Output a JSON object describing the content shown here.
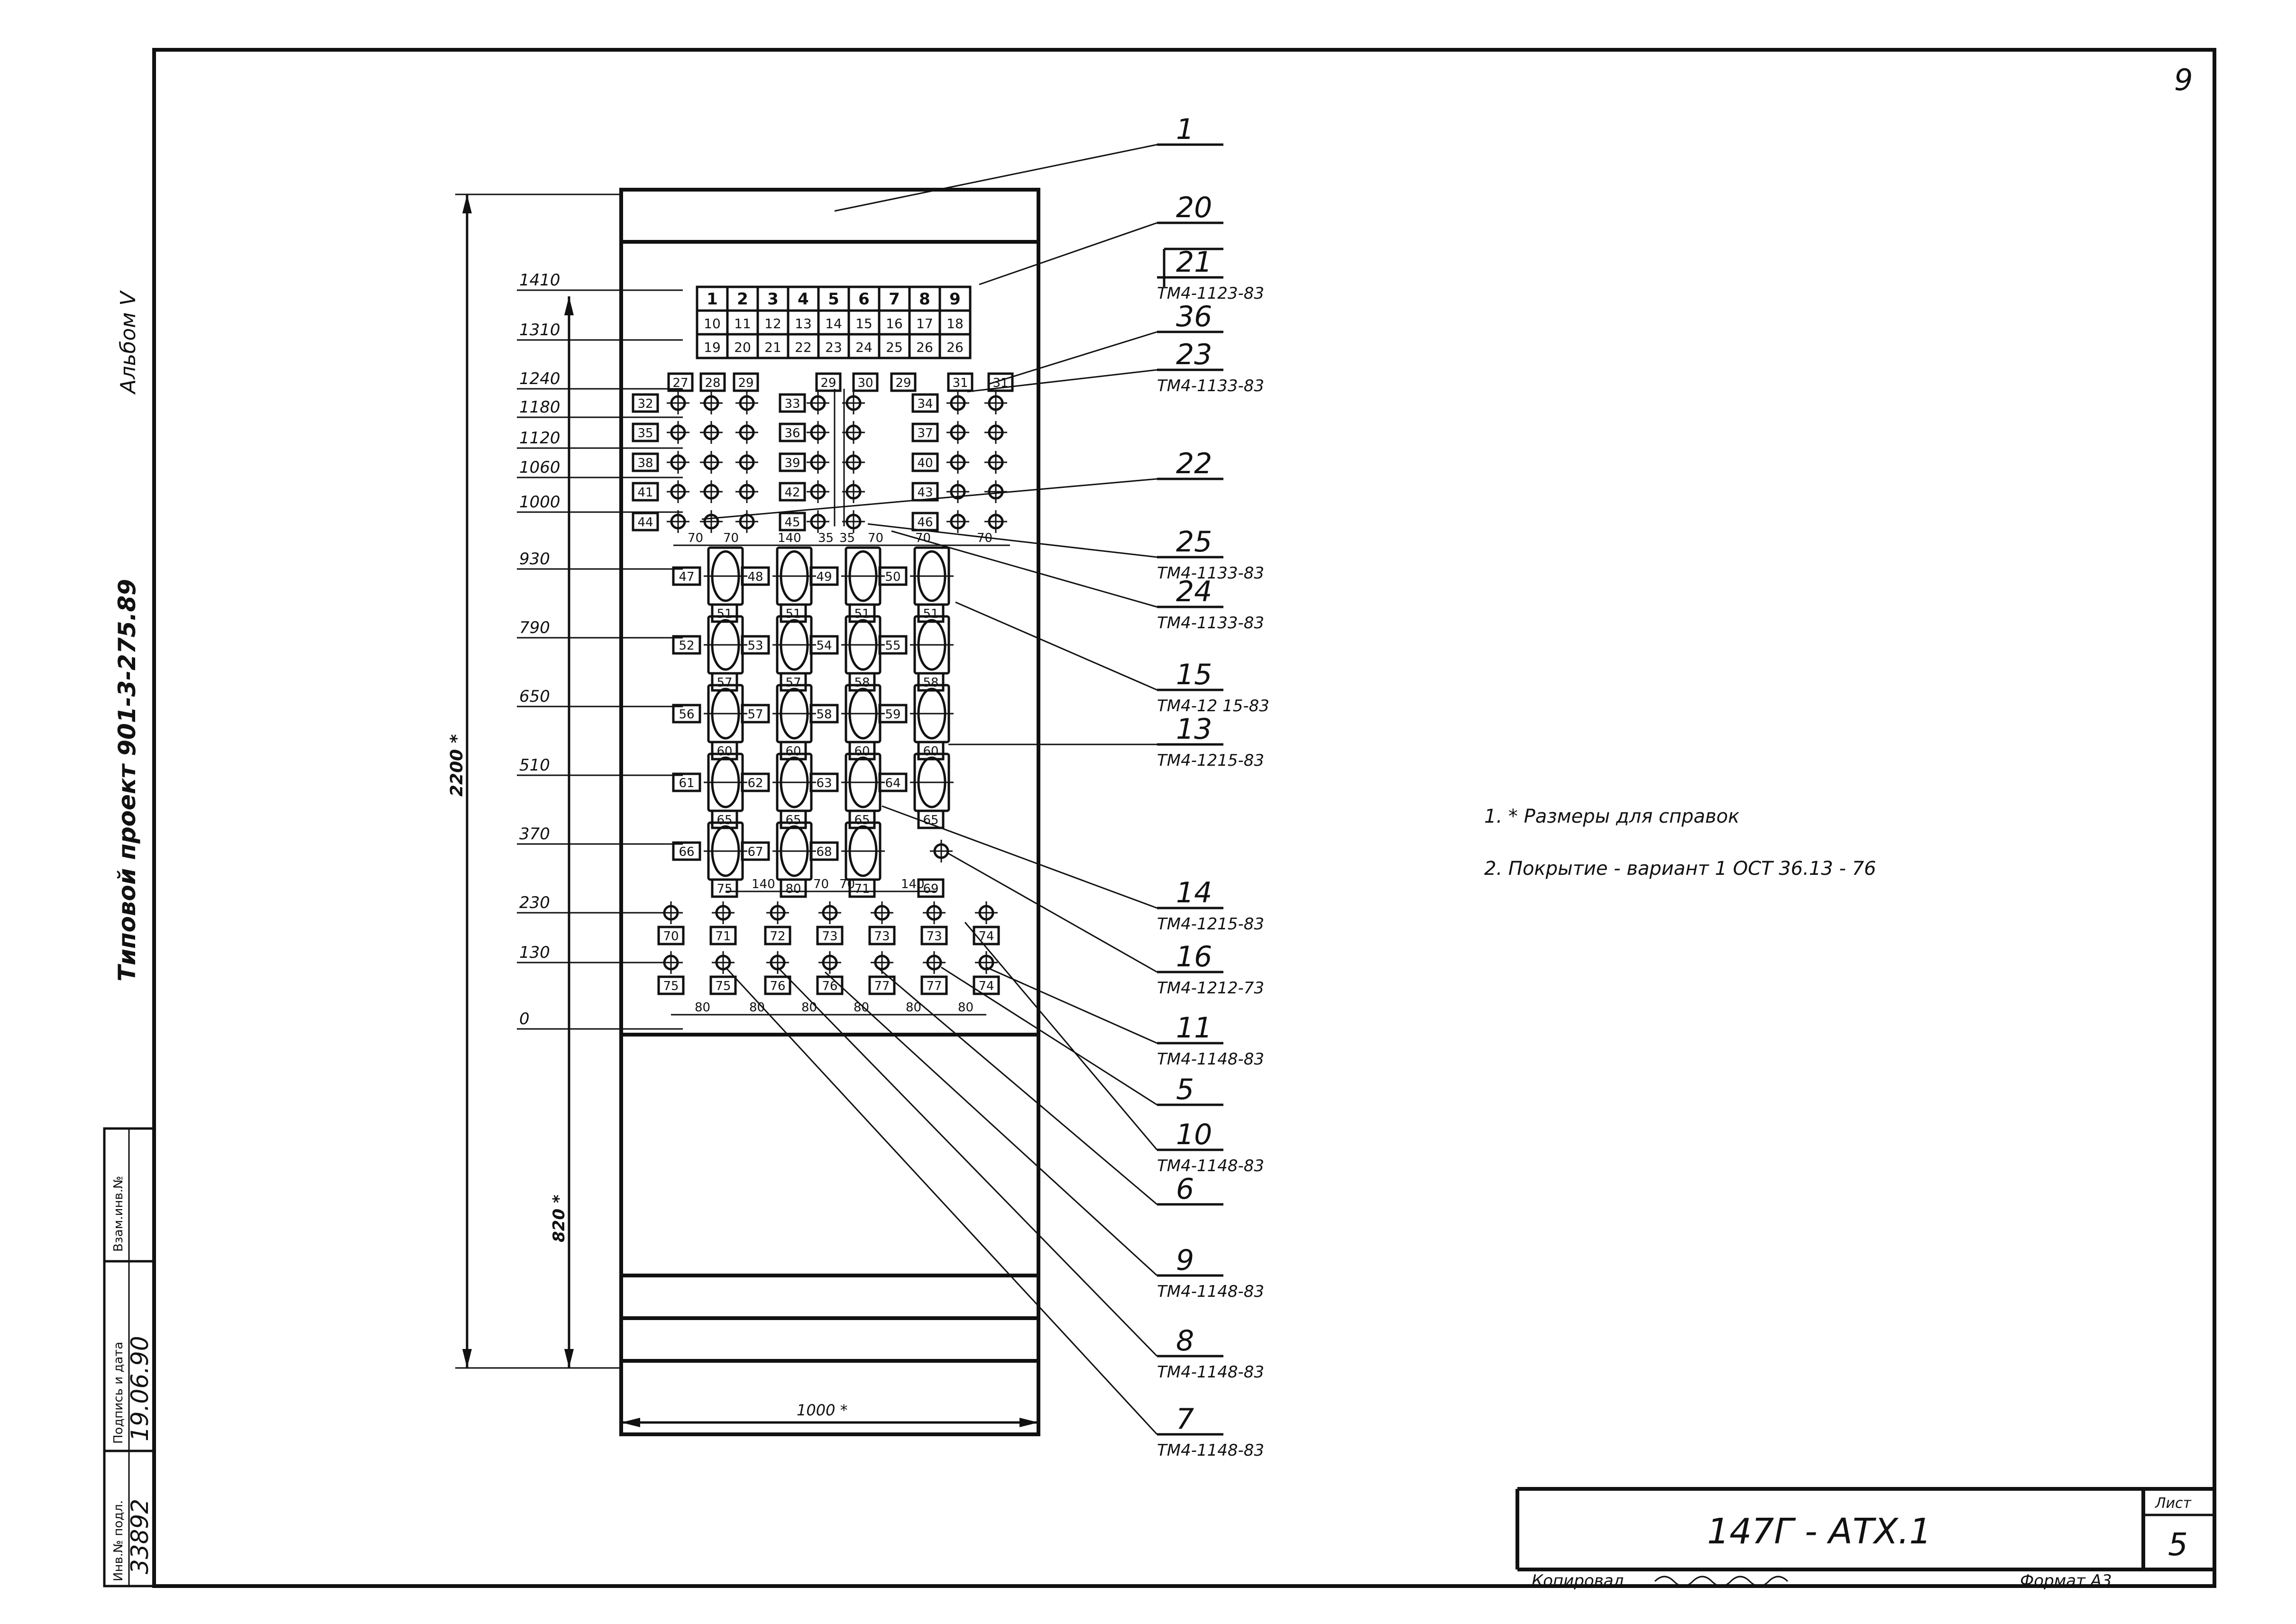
{
  "sheet": {
    "page_number": "9",
    "album": "Альбом Ⅴ",
    "project": "Типовой проект   901-3-275.89",
    "designation": "147Г - АТХ.1",
    "sheet_label": "Лист",
    "sheet_number": "5",
    "copied_label": "Копировал",
    "format": "Формат А3"
  },
  "stamp": {
    "inv_label": "Инв.№ подл.",
    "inv_value": "33892",
    "sign_label": "Подпись и дата",
    "sign_value": "19.06.90",
    "vzam_label": "Взам.инв.№"
  },
  "notes": [
    "1. * Размеры для справок",
    "2. Покрытие - вариант 1   ОСТ 36.13 - 76"
  ],
  "dimensions": {
    "overall_height": "2200 *",
    "lower_height": "820 *",
    "width": "1000 *",
    "levels": [
      "1410",
      "1310",
      "1240",
      "1180",
      "1120",
      "1060",
      "1000",
      "930",
      "790",
      "650",
      "510",
      "370",
      "230",
      "130",
      "0"
    ],
    "spacing_top": [
      "70",
      "70",
      "140",
      "35",
      "35",
      "70",
      "70",
      "70"
    ],
    "spacing_mid": [
      "140",
      "70",
      "70",
      "140"
    ],
    "spacing_bottom": [
      "80",
      "80",
      "80",
      "80",
      "80",
      "80"
    ]
  },
  "nameplate_grid": [
    [
      "1",
      "2",
      "3",
      "4",
      "5",
      "6",
      "7",
      "8",
      "9"
    ],
    [
      "10",
      "11",
      "12",
      "13",
      "14",
      "15",
      "16",
      "17",
      "18"
    ],
    [
      "19",
      "20",
      "21",
      "22",
      "23",
      "24",
      "25",
      "26",
      "26"
    ]
  ],
  "callouts": [
    {
      "num": "1",
      "spec": ""
    },
    {
      "num": "20",
      "spec": ""
    },
    {
      "num": "21",
      "spec": "ТМ4-1123-83"
    },
    {
      "num": "36",
      "spec": ""
    },
    {
      "num": "23",
      "spec": "ТМ4-1133-83"
    },
    {
      "num": "22",
      "spec": ""
    },
    {
      "num": "25",
      "spec": "ТМ4-1133-83"
    },
    {
      "num": "24",
      "spec": "ТМ4-1133-83"
    },
    {
      "num": "15",
      "spec": "ТМ4-12 15-83"
    },
    {
      "num": "13",
      "spec": "ТМ4-1215-83"
    },
    {
      "num": "14",
      "spec": "ТМ4-1215-83"
    },
    {
      "num": "16",
      "spec": "ТМ4-1212-73"
    },
    {
      "num": "11",
      "spec": "ТМ4-1148-83"
    },
    {
      "num": "5",
      "spec": ""
    },
    {
      "num": "10",
      "spec": "ТМ4-1148-83"
    },
    {
      "num": "6",
      "spec": ""
    },
    {
      "num": "9",
      "spec": "ТМ4-1148-83"
    },
    {
      "num": "8",
      "spec": "ТМ4-1148-83"
    },
    {
      "num": "7",
      "spec": "ТМ4-1148-83"
    }
  ],
  "device_tags": {
    "lamp_top_row": [
      "27",
      "28",
      "29",
      "",
      "29",
      "30",
      "29",
      "31",
      "31"
    ],
    "lamp_rows": [
      {
        "tags": [
          "32",
          "33",
          "34"
        ]
      },
      {
        "tags": [
          "35",
          "36",
          "37"
        ]
      },
      {
        "tags": [
          "38",
          "39",
          "40"
        ]
      },
      {
        "tags": [
          "41",
          "42",
          "43"
        ]
      },
      {
        "tags": [
          "44",
          "45",
          "46"
        ]
      }
    ],
    "switch_rows": [
      {
        "left": [
          "47",
          "48",
          "49",
          "50"
        ],
        "below": [
          "51",
          "51",
          "51",
          "51"
        ]
      },
      {
        "left": [
          "52",
          "53",
          "54",
          "55"
        ],
        "below": [
          "57",
          "57",
          "58",
          "58"
        ]
      },
      {
        "left": [
          "56",
          "57",
          "58",
          "59"
        ],
        "below": [
          "60",
          "60",
          "60",
          "60"
        ]
      },
      {
        "left": [
          "61",
          "62",
          "63",
          "64"
        ],
        "below": [
          "65",
          "65",
          "65",
          "65"
        ]
      },
      {
        "left": [
          "66",
          "67",
          "68"
        ],
        "below": [
          "75",
          "80",
          "71",
          "69"
        ]
      }
    ],
    "button_row_230": [
      "70",
      "71",
      "72",
      "73",
      "73",
      "73",
      "74"
    ],
    "button_row_130": [
      "75",
      "75",
      "76",
      "76",
      "77",
      "77",
      "74"
    ]
  }
}
